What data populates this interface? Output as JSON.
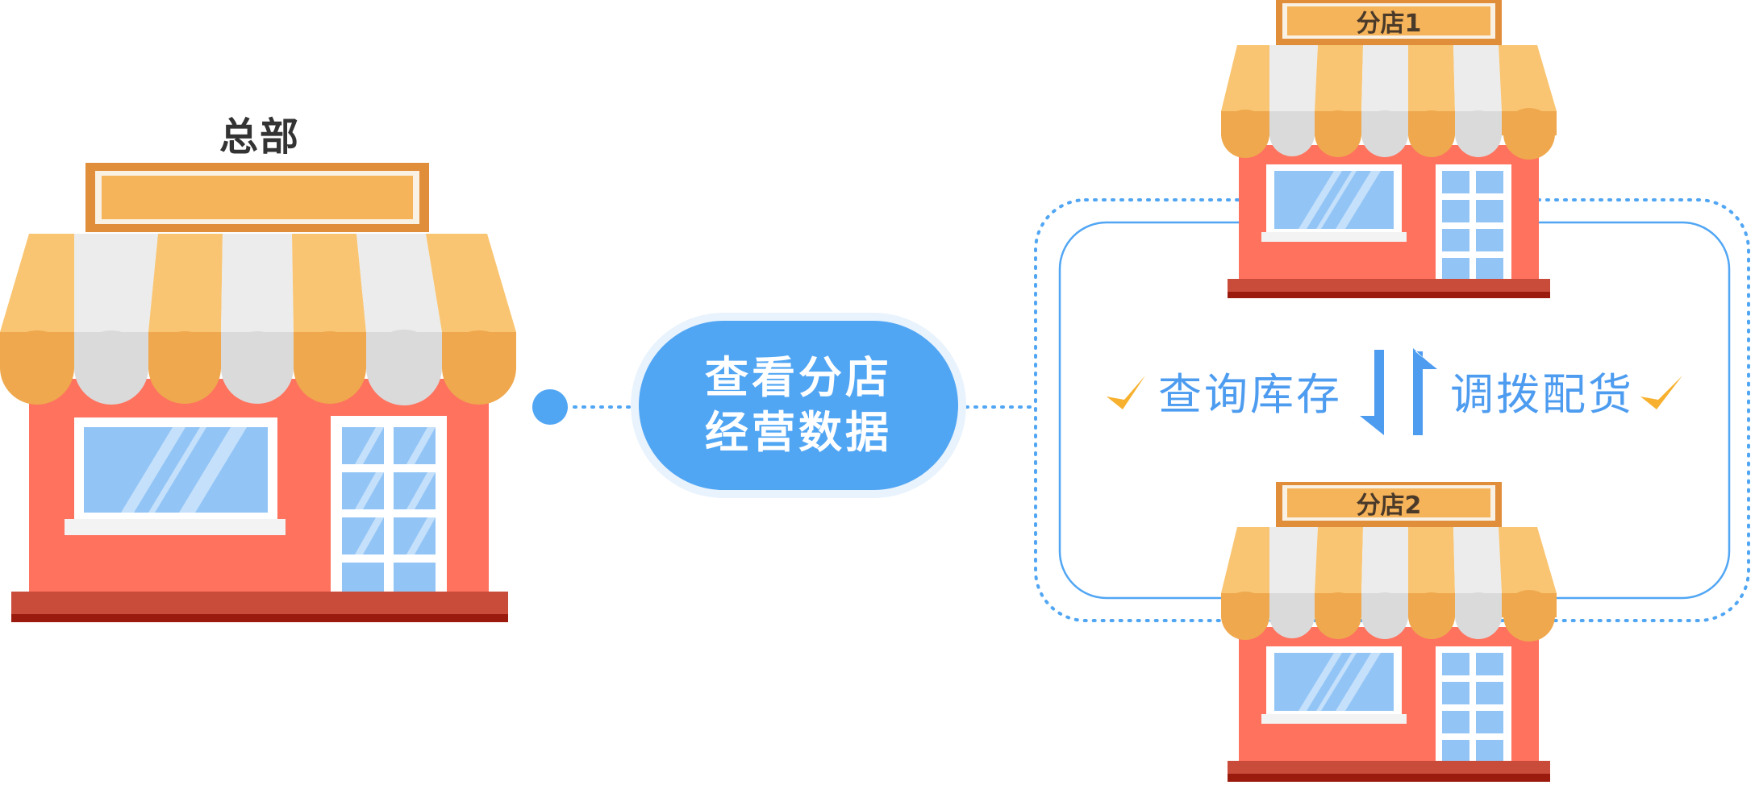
{
  "headquarters": {
    "title": "总部"
  },
  "center_node": {
    "line1": "查看分店",
    "line2": "经营数据"
  },
  "branches": [
    {
      "sign": "分店1"
    },
    {
      "sign": "分店2"
    }
  ],
  "actions": {
    "left": "查询库存",
    "right": "调拨配货"
  },
  "colors": {
    "awning_orange": "#f9c572",
    "awning_orange_dark": "#efa84d",
    "awning_white": "#ececec",
    "awning_white_dark": "#dadada",
    "wall": "#ff725e",
    "base": "#c94b3a",
    "base_dark": "#9a1a0d",
    "sign_frame": "#e08e3a",
    "sign_fill": "#f5b35a",
    "window_blue": "#92c5f6",
    "accent_blue": "#51a6f4",
    "check_orange": "#f7b12f"
  },
  "icons": {
    "connector": "dot-node-icon",
    "check": "check-icon",
    "transfer": "swap-arrows-icon"
  }
}
